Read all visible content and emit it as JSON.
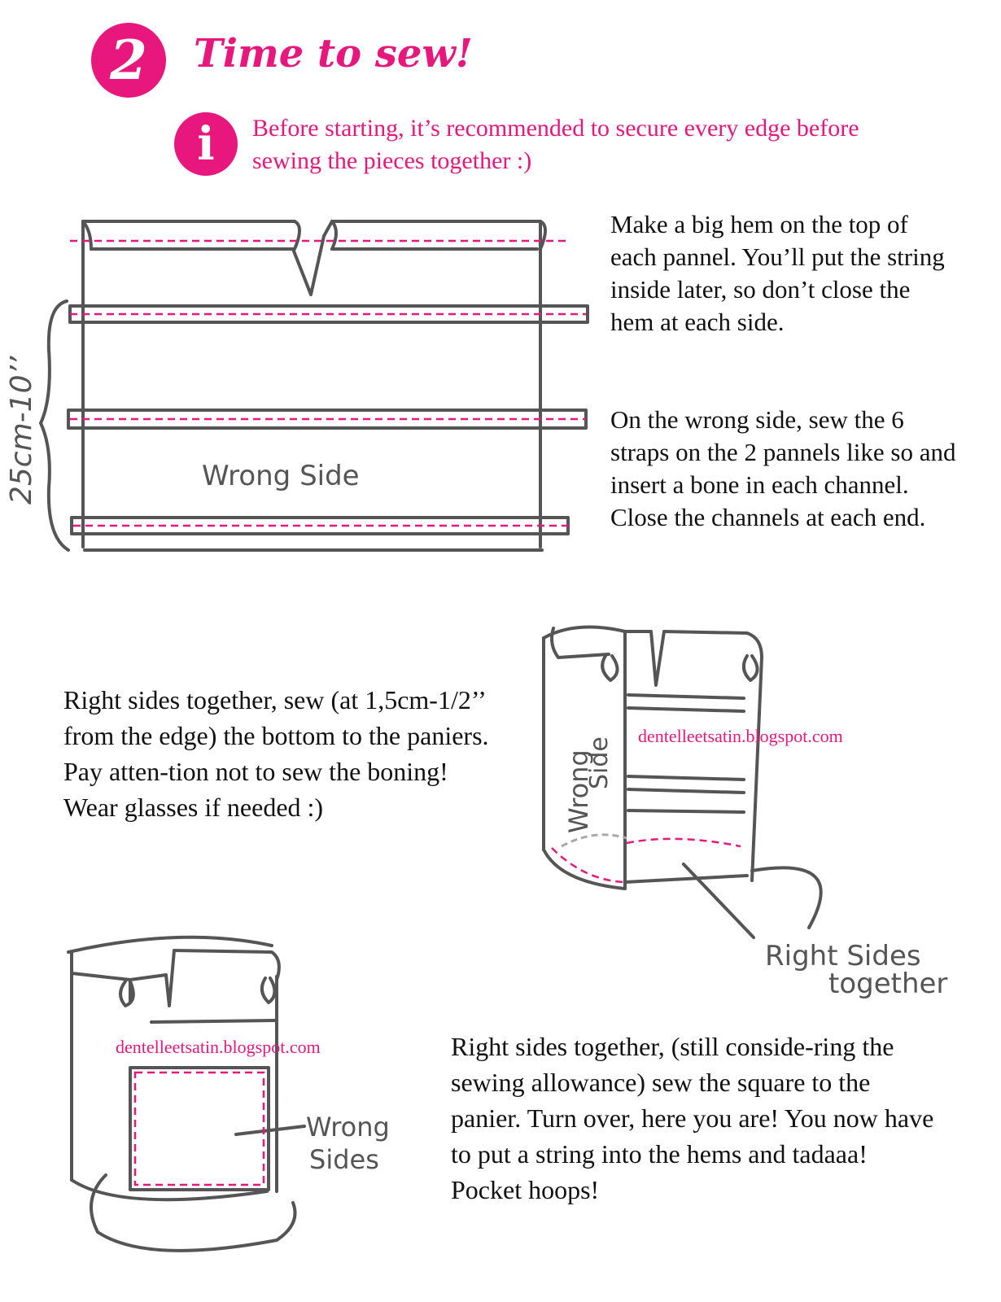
{
  "header": {
    "step_number": "2",
    "title": "Time to sew!",
    "info_icon": "i",
    "tip": "Before starting,  it’s recommended to secure every edge before sewing the pieces together :)"
  },
  "step1": {
    "hem_text": "Make a big hem on the top of each pannel. You’ll put the string inside later, so don’t close the hem at each side.",
    "straps_text": "On the wrong side, sew the 6 straps on the 2 pannels like so and insert a bone in each channel. Close the channels at each end.",
    "measure_label": "25cm-10’’",
    "panel_label": "Wrong Side"
  },
  "step2": {
    "text": "Right sides together, sew (at 1,5cm-1/2’’ from the edge) the bottom to the paniers. Pay atten-tion not to sew the boning! Wear glasses if needed :)",
    "wrong_label_1": "Wrong",
    "wrong_label_2": "Side",
    "right_label_1": "Right Sides",
    "right_label_2": "together",
    "watermark": "dentelleetsatin.blogspot.com"
  },
  "step3": {
    "text": "Right sides together, (still conside-ring the sewing allowance) sew the square to the panier. Turn over, here you are! You now have to put a string into the hems and tadaaa! Pocket hoops!",
    "wrong_label_1": "Wrong",
    "wrong_label_2": "Sides",
    "watermark": "dentelleetsatin.blogspot.com"
  },
  "colors": {
    "accent": "#e8177d",
    "sketch": "#555555",
    "text": "#111111"
  }
}
